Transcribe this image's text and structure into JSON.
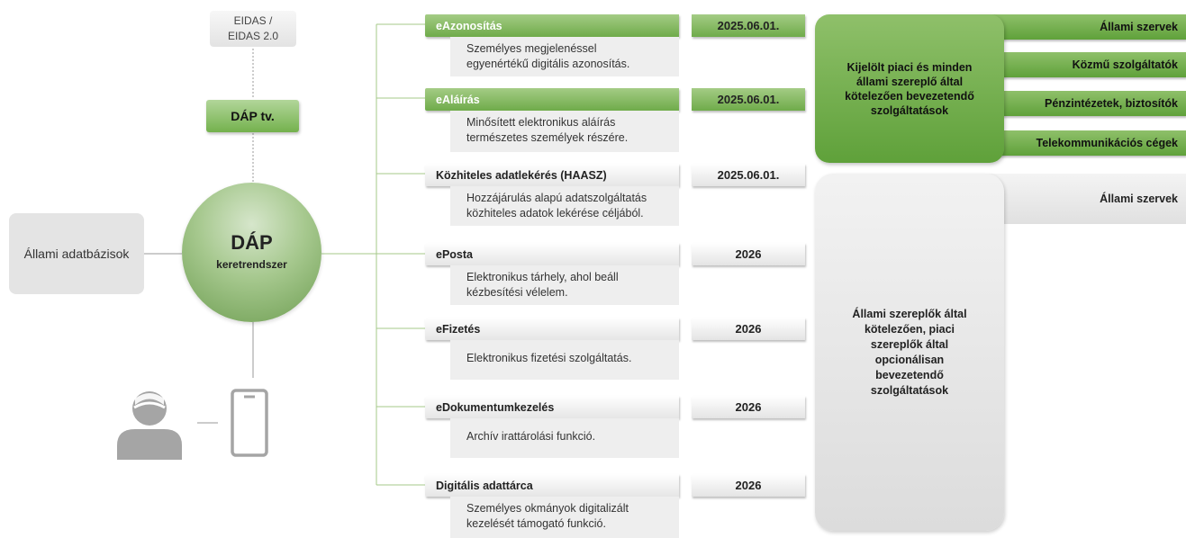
{
  "left": {
    "eidas": "EIDAS /\nEIDAS 2.0",
    "dap_tv": "DÁP tv.",
    "allami_adatbazisok": "Állami adatbázisok",
    "dap_title": "DÁP",
    "dap_subtitle": "keretrendszer"
  },
  "services": [
    {
      "name": "eAzonosítás",
      "date": "2025.06.01.",
      "description": "Személyes megjelenéssel\negyenértékű digitális azonosítás.",
      "highlight": true
    },
    {
      "name": "eAláírás",
      "date": "2025.06.01.",
      "description": "Minősített elektronikus aláírás\ntermészetes személyek részére.",
      "highlight": true
    },
    {
      "name": "Közhiteles adatlekérés (HAASZ)",
      "date": "2025.06.01.",
      "description": "Hozzájárulás alapú adatszolgáltatás\nközhiteles adatok lekérése céljából.",
      "highlight": false
    },
    {
      "name": "ePosta",
      "date": "2026",
      "description": "Elektronikus tárhely, ahol beáll\nkézbesítési vélelem.",
      "highlight": false
    },
    {
      "name": "eFizetés",
      "date": "2026",
      "description": "Elektronikus fizetési szolgáltatás.",
      "highlight": false
    },
    {
      "name": "eDokumentumkezelés",
      "date": "2026",
      "description": "Archív irattárolási funkció.",
      "highlight": false
    },
    {
      "name": "Digitális adattárca",
      "date": "2026",
      "description": "Személyes okmányok digitalizált\nkezelését támogató funkció.",
      "highlight": false
    }
  ],
  "right": {
    "green_box": "Kijelölt piaci és minden\nállami szereplő által\nkötelezően bevezetendő\nszolgáltatások",
    "green_tags": [
      "Állami szervek",
      "Közmű szolgáltatók",
      "Pénzintézetek, biztosítók",
      "Telekommunikációs cégek"
    ],
    "grey_box": "Állami szereplők által\nkötelezően, piaci\nszereplők által\nopcionálisan\nbevezetendő\nszolgáltatások",
    "grey_tags": [
      "Állami szervek"
    ]
  },
  "icons": [
    "person-icon",
    "smartphone-icon"
  ],
  "colors": {
    "green": "#6fab4a",
    "grey": "#e4e4e4"
  }
}
